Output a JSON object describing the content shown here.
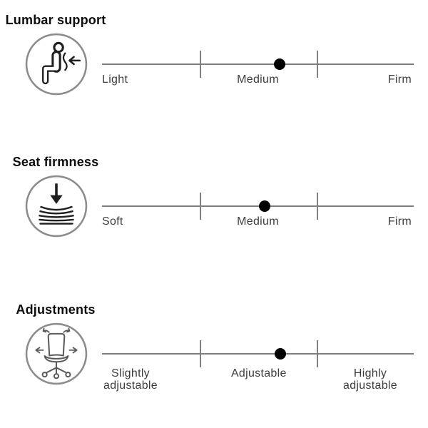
{
  "colors": {
    "background": "#ffffff",
    "track_gray": "#7f7f7f",
    "circle_gray": "#8c8c8c",
    "label_gray": "#3d3d3d",
    "heading_black": "#0c0c0c",
    "dot_black": "#000000",
    "icon_dark": "#1f1f1f",
    "chair_gray": "#5a5a5a"
  },
  "chart_data": [
    {
      "type": "line",
      "title": "Lumbar support",
      "categories": [
        "Light",
        "Medium",
        "Firm"
      ],
      "selected_label": "Medium",
      "dot_fraction": 0.57,
      "tick_fractions": [
        0.313,
        0.688
      ],
      "icon": "person-seated-lumbar-arrow-icon"
    },
    {
      "type": "line",
      "title": "Seat firmness",
      "categories": [
        "Soft",
        "Medium",
        "Firm"
      ],
      "selected_label": "Medium",
      "dot_fraction": 0.522,
      "tick_fractions": [
        0.313,
        0.688
      ],
      "icon": "cushion-compress-arrow-icon"
    },
    {
      "type": "line",
      "title": "Adjustments",
      "categories": [
        "Slightly adjustable",
        "Adjustable",
        "Highly adjustable"
      ],
      "selected_label": "Adjustable",
      "dot_fraction": 0.572,
      "tick_fractions": [
        0.313,
        0.688
      ],
      "icon": "office-chair-adjust-arrows-icon"
    }
  ],
  "rows": [
    {
      "heading": "Lumbar support",
      "labels": [
        "Light",
        "Medium",
        "Firm"
      ],
      "dot_fraction": 0.57
    },
    {
      "heading": "Seat firmness",
      "labels": [
        "Soft",
        "Medium",
        "Firm"
      ],
      "dot_fraction": 0.522
    },
    {
      "heading": "Adjustments",
      "labels": [
        "Slightly adjustable",
        "Adjustable",
        "Highly adjustable"
      ],
      "dot_fraction": 0.572
    }
  ]
}
